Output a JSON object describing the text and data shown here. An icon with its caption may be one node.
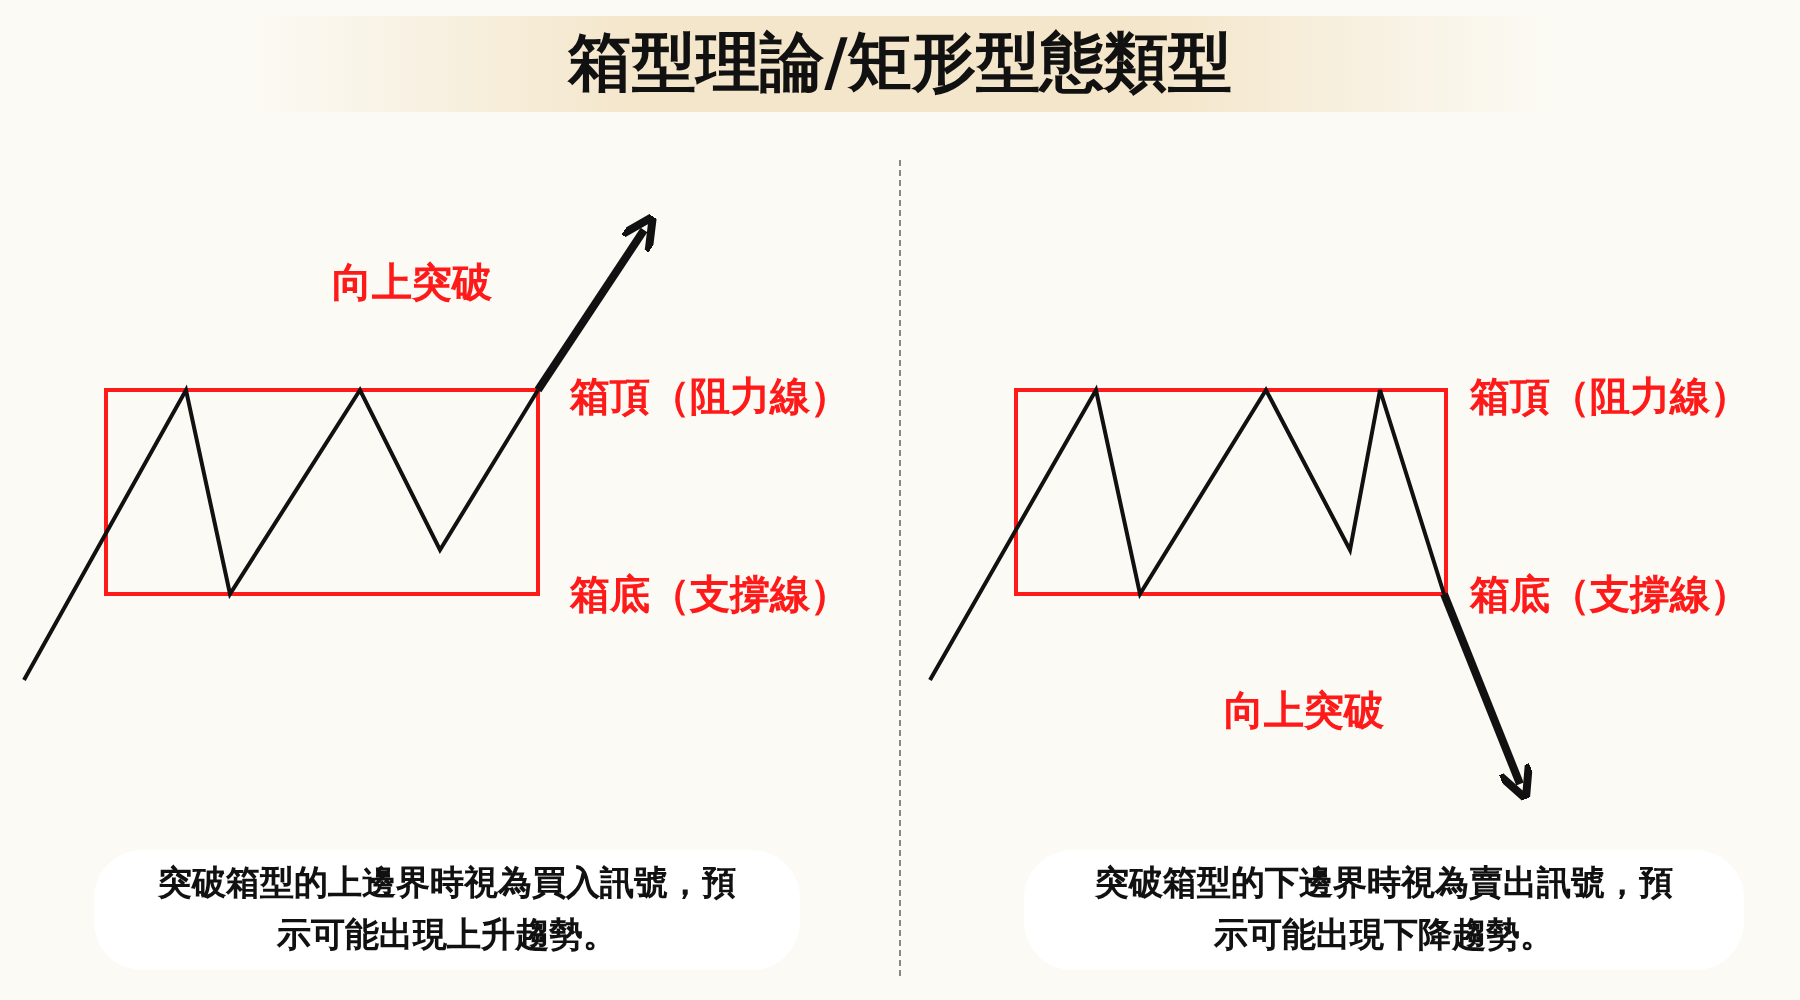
{
  "diagram": {
    "title": "箱型理論/矩形型態類型",
    "nodes": [
      {
        "text": [
          "突破箱型的上邊界時視為買入訊號，預示可能出現上升趨勢。"
        ]
      },
      {
        "text": [
          "突破箱型的下邊界時視為賣出訊號，預示可能出現下降趨勢。"
        ]
      }
    ],
    "labels": [
      "向上突破",
      "箱頂（阻力線）",
      "箱底（支撐線）",
      "箱頂（阻力線）",
      "箱底（支撐線）",
      "向上突破"
    ]
  }
}
